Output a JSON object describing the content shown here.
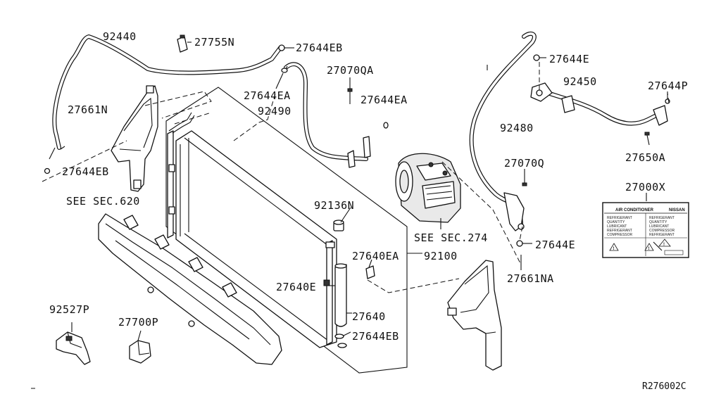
{
  "diagram": {
    "reference_code": "R276002C",
    "labels": {
      "p92440": "92440",
      "p27755N": "27755N",
      "p27644EB_top": "27644EB",
      "p27644EA_a": "27644EA",
      "p92490": "92490",
      "p27070QA": "27070QA",
      "p27644EA_b": "27644EA",
      "p27661N": "27661N",
      "p27644EB_left": "27644EB",
      "see_sec_620": "SEE SEC.620",
      "p92136N": "92136N",
      "p27640EA": "27640EA",
      "p92100": "92100",
      "p27640E": "27640E",
      "p27640": "27640",
      "p27644EB_bottom": "27644EB",
      "p92527P": "92527P",
      "p27700P": "27700P",
      "see_sec_274": "SEE SEC.274",
      "p27644E_top": "27644E",
      "p92450": "92450",
      "p27644P": "27644P",
      "p92480": "92480",
      "p27650A": "27650A",
      "p27070Q": "27070Q",
      "p27644E_bottom": "27644E",
      "p27661NA": "27661NA",
      "p27000X": "27000X"
    },
    "label_card": {
      "title": "AIR CONDITIONER",
      "brand": "NISSAN",
      "left_lines": [
        "REFRIGERANT",
        "QUANTITY",
        "LUBRICANT",
        "REFRIGERANT",
        "COMPRESSOR"
      ],
      "right_lines": [
        "REFRIGERANT",
        "QUANTITY",
        "LUBRICANT",
        "COMPRESSOR",
        "REFRIGERANT"
      ],
      "warning_mark": "!"
    }
  }
}
